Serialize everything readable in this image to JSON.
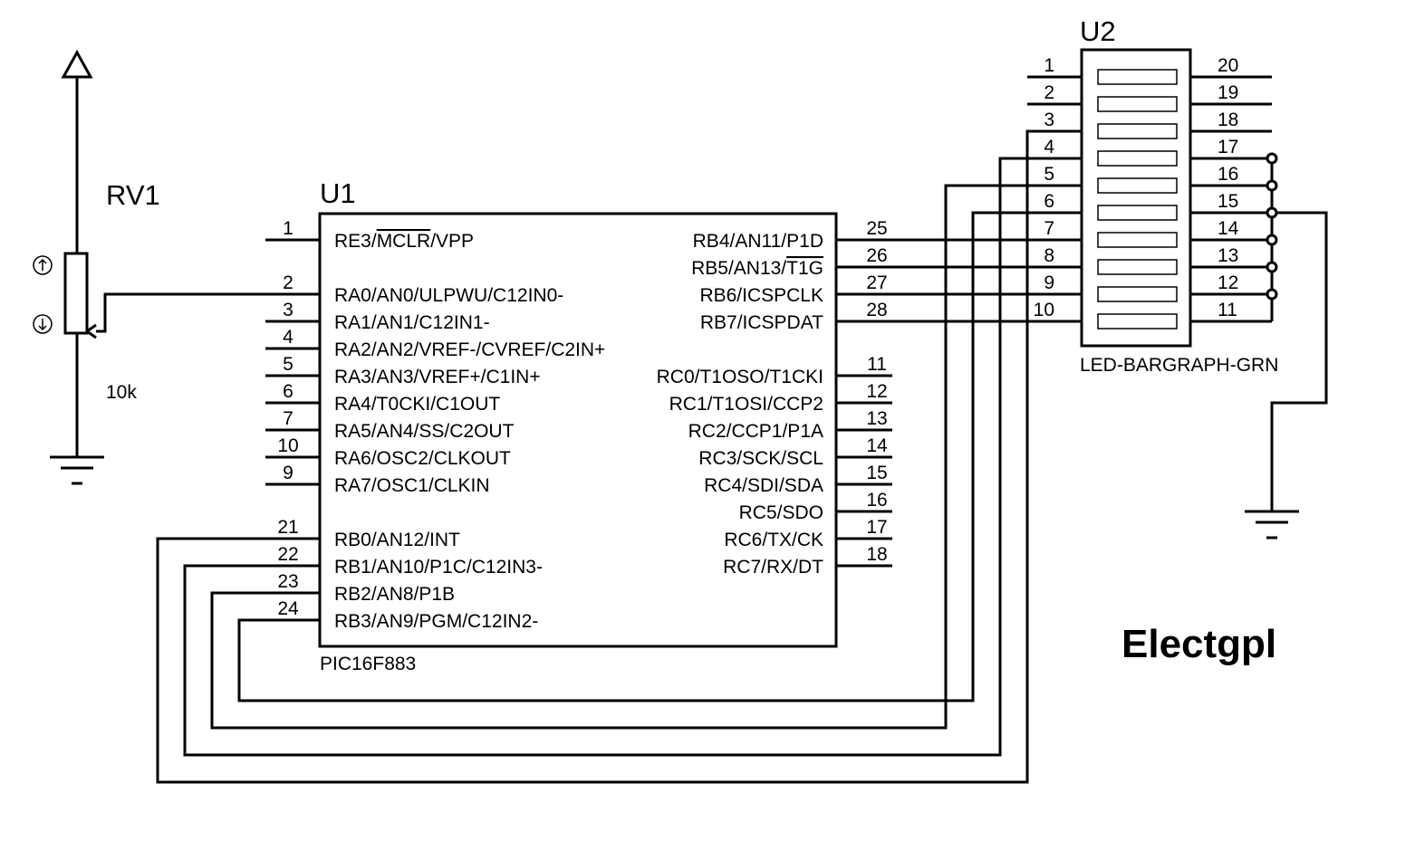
{
  "rv1": {
    "ref": "RV1",
    "value": "10k"
  },
  "u1": {
    "ref": "U1",
    "part": "PIC16F883",
    "left_pins": [
      {
        "num": "1",
        "name": "RE3/",
        "overbar": "MCLR",
        "suffix": "/VPP"
      },
      {
        "num": "2",
        "name": "RA0/AN0/ULPWU/C12IN0-"
      },
      {
        "num": "3",
        "name": "RA1/AN1/C12IN1-"
      },
      {
        "num": "4",
        "name": "RA2/AN2/VREF-/CVREF/C2IN+"
      },
      {
        "num": "5",
        "name": "RA3/AN3/VREF+/C1IN+"
      },
      {
        "num": "6",
        "name": "RA4/T0CKI/C1OUT"
      },
      {
        "num": "7",
        "name": "RA5/AN4/SS/C2OUT"
      },
      {
        "num": "10",
        "name": "RA6/OSC2/CLKOUT"
      },
      {
        "num": "9",
        "name": "RA7/OSC1/CLKIN"
      },
      {
        "num": "21",
        "name": "RB0/AN12/INT"
      },
      {
        "num": "22",
        "name": "RB1/AN10/P1C/C12IN3-"
      },
      {
        "num": "23",
        "name": "RB2/AN8/P1B"
      },
      {
        "num": "24",
        "name": "RB3/AN9/PGM/C12IN2-"
      }
    ],
    "right_pins": [
      {
        "num": "25",
        "name": "RB4/AN11/P1D"
      },
      {
        "num": "26",
        "name": "RB5/AN13/",
        "overbar": "T1G"
      },
      {
        "num": "27",
        "name": "RB6/ICSPCLK"
      },
      {
        "num": "28",
        "name": "RB7/ICSPDAT"
      },
      {
        "num": "11",
        "name": "RC0/T1OSO/T1CKI"
      },
      {
        "num": "12",
        "name": "RC1/T1OSI/CCP2"
      },
      {
        "num": "13",
        "name": "RC2/CCP1/P1A"
      },
      {
        "num": "14",
        "name": "RC3/SCK/SCL"
      },
      {
        "num": "15",
        "name": "RC4/SDI/SDA"
      },
      {
        "num": "16",
        "name": "RC5/SDO"
      },
      {
        "num": "17",
        "name": "RC6/TX/CK"
      },
      {
        "num": "18",
        "name": "RC7/RX/DT"
      }
    ]
  },
  "u2": {
    "ref": "U2",
    "part": "LED-BARGRAPH-GRN",
    "left_pins": [
      "1",
      "2",
      "3",
      "4",
      "5",
      "6",
      "7",
      "8",
      "9",
      "10"
    ],
    "right_pins": [
      "20",
      "19",
      "18",
      "17",
      "16",
      "15",
      "14",
      "13",
      "12",
      "11"
    ]
  },
  "brand": "Electgpl"
}
